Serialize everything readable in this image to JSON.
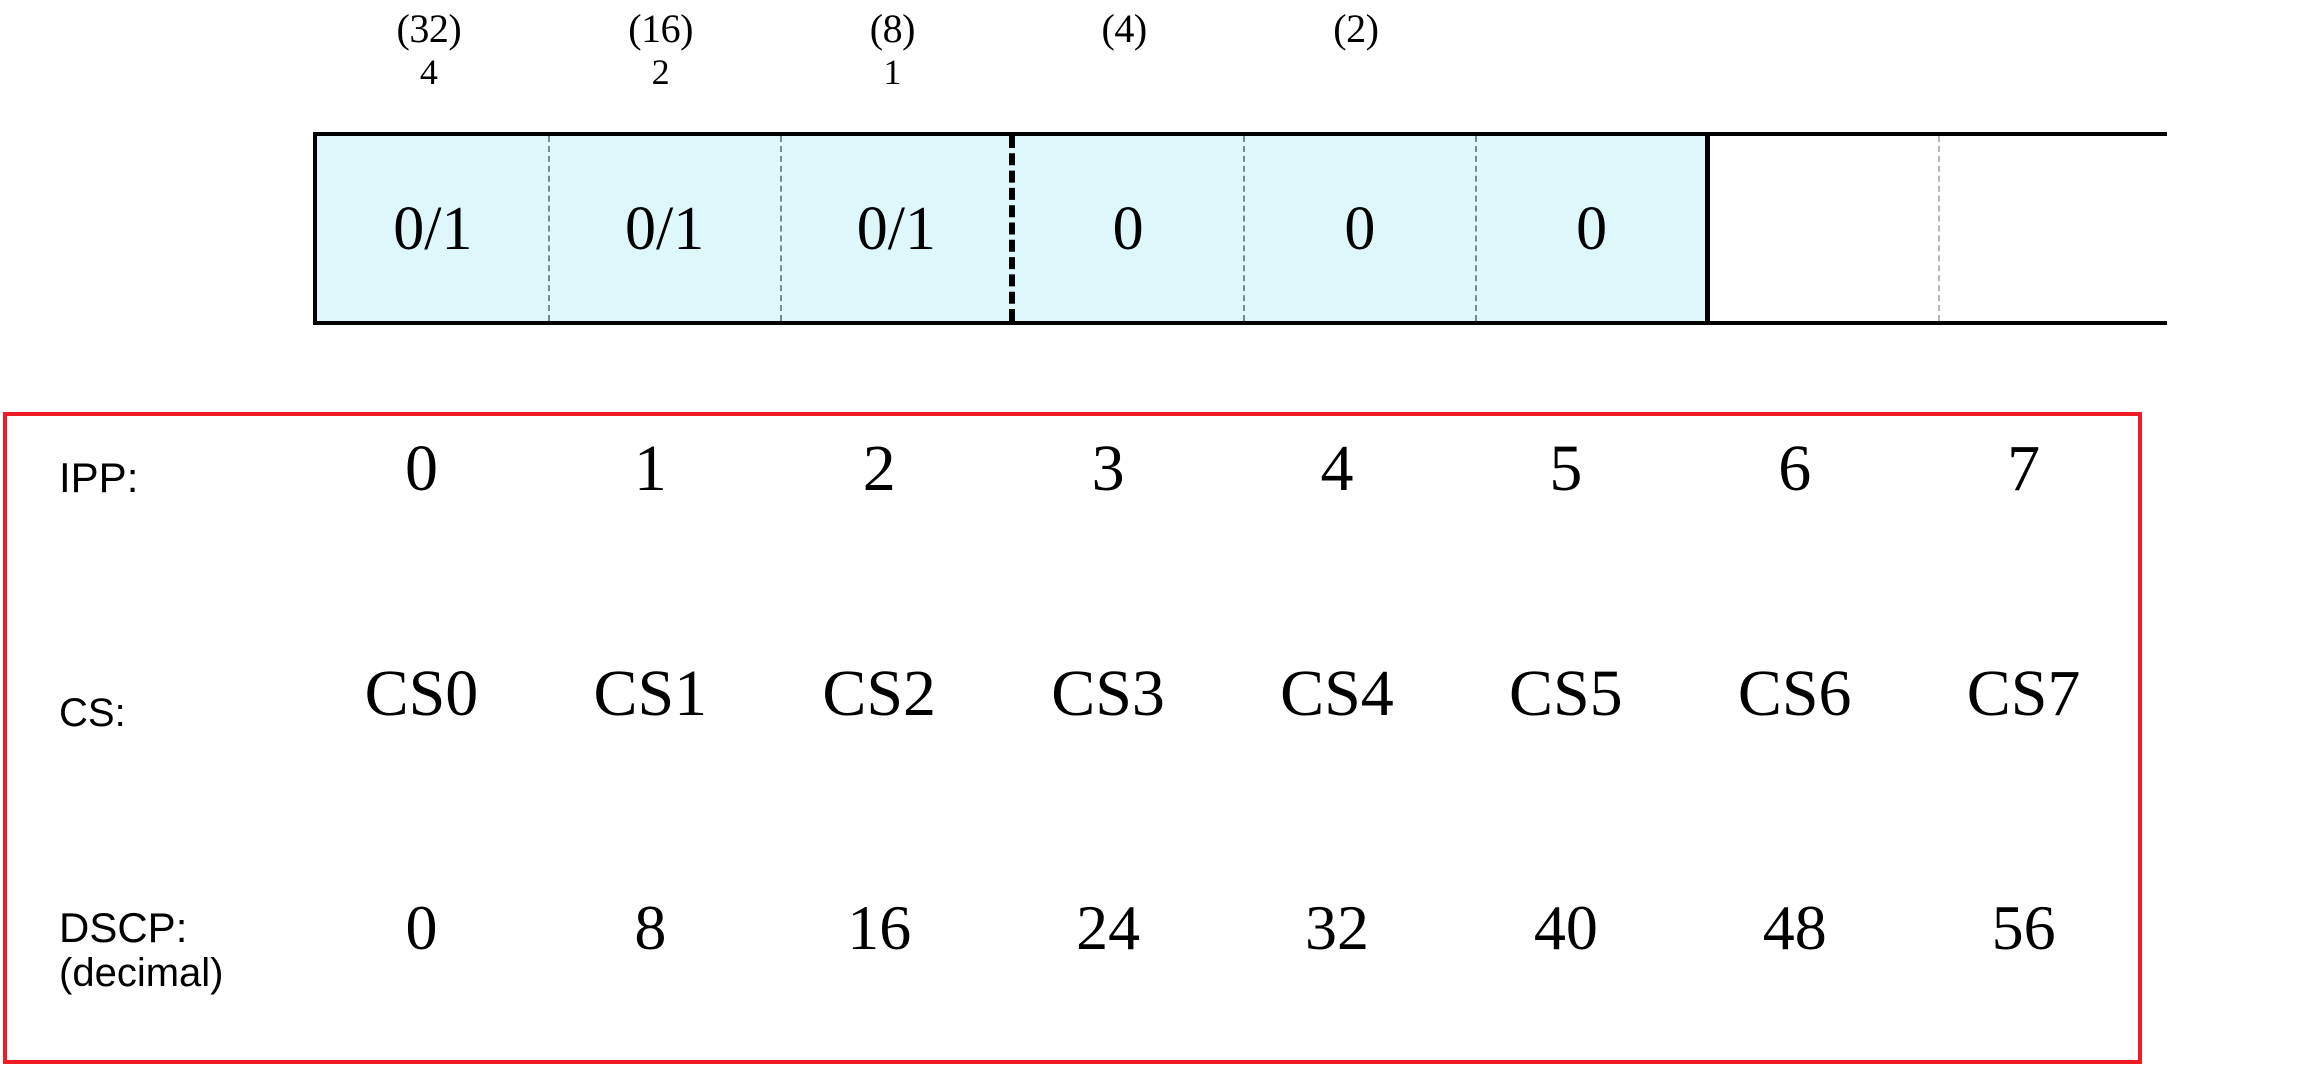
{
  "bitfield": {
    "headers": [
      {
        "weight": "(32)",
        "sub": "4"
      },
      {
        "weight": "(16)",
        "sub": "2"
      },
      {
        "weight": "(8)",
        "sub": "1"
      },
      {
        "weight": "(4)",
        "sub": ""
      },
      {
        "weight": "(2)",
        "sub": ""
      },
      {
        "weight": "",
        "sub": ""
      },
      {
        "weight": "",
        "sub": ""
      },
      {
        "weight": "",
        "sub": ""
      }
    ],
    "cells": [
      {
        "value": "0/1",
        "fill": "cyan",
        "divider": "none"
      },
      {
        "value": "0/1",
        "fill": "cyan",
        "divider": "thin-dark"
      },
      {
        "value": "0/1",
        "fill": "cyan",
        "divider": "thin-dark"
      },
      {
        "value": "0",
        "fill": "cyan",
        "divider": "thick-dashed"
      },
      {
        "value": "0",
        "fill": "cyan",
        "divider": "thin-dark"
      },
      {
        "value": "0",
        "fill": "cyan",
        "divider": "thin-dark"
      },
      {
        "value": "",
        "fill": "white",
        "divider": "solid"
      },
      {
        "value": "",
        "fill": "white",
        "divider": "thin-light"
      }
    ],
    "colors": {
      "cell_fill": "#ddf7fb",
      "border": "#000000",
      "divider_dark": "#7a8a8c",
      "divider_light": "#b6b6b6"
    }
  },
  "table": {
    "border_color": "#ef1c24",
    "rows": [
      {
        "label": "IPP:",
        "label_sub": "",
        "values": [
          "0",
          "1",
          "2",
          "3",
          "4",
          "5",
          "6",
          "7"
        ]
      },
      {
        "label": "CS:",
        "label_sub": "",
        "values": [
          "CS0",
          "CS1",
          "CS2",
          "CS3",
          "CS4",
          "CS5",
          "CS6",
          "CS7"
        ]
      },
      {
        "label": "DSCP:",
        "label_sub": "(decimal)",
        "values": [
          "0",
          "8",
          "16",
          "24",
          "32",
          "40",
          "48",
          "56"
        ]
      }
    ]
  }
}
